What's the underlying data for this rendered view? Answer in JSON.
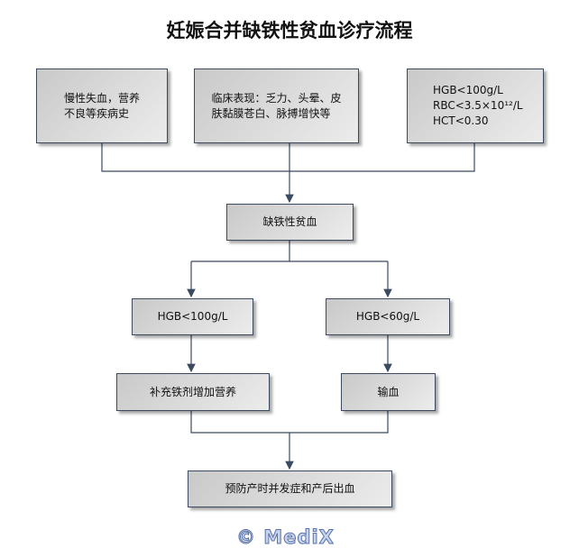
{
  "title": "妊娠合并缺铁性贫血诊疗流程",
  "nodes": {
    "history": "慢性失血，营养\n不良等疾病史",
    "clinical": "临床表现：乏力、头晕、皮\n肤黏膜苍白、脉搏增快等",
    "labs": "HGB<100g/L\nRBC<3.5×10¹²/L\nHCT<0.30",
    "ida": "缺铁性贫血",
    "hgb100": "HGB<100g/L",
    "hgb60": "HGB<60g/L",
    "iron": "补充铁剂增加营养",
    "transfusion": "输血",
    "prevent": "预防产时并发症和产后出血"
  },
  "watermark": "© MediX",
  "colors": {
    "border": "#3b4a5e",
    "line": "#3b4a5e"
  }
}
